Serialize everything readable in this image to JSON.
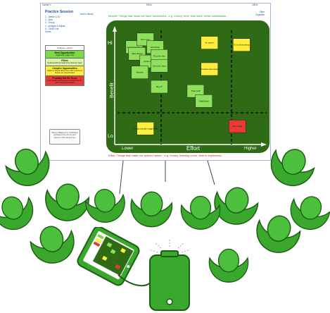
{
  "status_bar": {
    "left": "Carrier ✈",
    "time": "09:41",
    "right": "100%"
  },
  "session": {
    "title": "Practice Session",
    "done": "Add to library",
    "nav": [
      "1 - Define & ID",
      "2 - Idea",
      "3 - Group",
      "4 - Analyse & Adjust",
      "5 - CHAP List",
      "Guide"
    ]
  },
  "right_links": [
    "Filter",
    "Organise"
  ],
  "legend": {
    "title": "Analyse + assist",
    "items": [
      {
        "title": "Best Opportunities",
        "text": "Implement, target now",
        "color": "#7cd848"
      },
      {
        "title": "Fillers",
        "text": "Good benefit but need to be done by many",
        "color": "#d9f3a8"
      },
      {
        "title": "Complex Opportunities",
        "text": "Higher e. Break down them with a sense of degree are opportunities",
        "color": "#ffef3c"
      },
      {
        "title": "Probably Not Do These",
        "text": "Low benefit and there are compared to the cost of the opportunities",
        "color": "#e83a38"
      }
    ]
  },
  "sticky_box": "Money Making at it: Individual pleasant from can be and stored in this sample box",
  "headers": {
    "benefit": "Benefit: Things that mean we have succeeded - e.g. money, time, less work, better satisfaction...",
    "effort": "Effort: Things that make our options harder - e.g. money, learning curve, time to implement..."
  },
  "chart_data": {
    "type": "scatter",
    "title": "",
    "xlabel": "Effort",
    "ylabel": "Benefit",
    "x_ticks": [
      "Lower",
      "Higher"
    ],
    "y_ticks": [
      "Hi",
      "Lo"
    ],
    "grid": false,
    "background": "#2f6b14",
    "notes": [
      {
        "id": "n1",
        "label": "Upgraded Ideas",
        "color": "#8fe05a",
        "x": 0.1,
        "y": 0.86
      },
      {
        "id": "n2",
        "label": "Hire more",
        "color": "#8fe05a",
        "x": 0.18,
        "y": 0.93
      },
      {
        "id": "n3",
        "label": "Workshop",
        "color": "#8fe05a",
        "x": 0.25,
        "y": 0.86
      },
      {
        "id": "n4",
        "label": "Alternatives",
        "color": "#8fe05a",
        "x": 0.12,
        "y": 0.8
      },
      {
        "id": "n5",
        "label": "Quick win",
        "color": "#8fe05a",
        "x": 0.2,
        "y": 0.73
      },
      {
        "id": "n6",
        "label": "Provide new",
        "color": "#8fe05a",
        "x": 0.28,
        "y": 0.78
      },
      {
        "id": "n7",
        "label": "Get user input",
        "color": "#8fe05a",
        "x": 0.28,
        "y": 0.69
      },
      {
        "id": "n8",
        "label": "Buy IT",
        "color": "#8fe05a",
        "x": 0.28,
        "y": 0.5
      },
      {
        "id": "n9",
        "label": "Review",
        "color": "#8fe05a",
        "x": 0.14,
        "y": 0.63
      },
      {
        "id": "n10",
        "label": "Train staff",
        "color": "#8fe05a",
        "x": 0.54,
        "y": 0.46
      },
      {
        "id": "n11",
        "label": "Staff ideas",
        "color": "#8fe05a",
        "x": 0.6,
        "y": 0.37
      },
      {
        "id": "n12",
        "label": "An option",
        "color": "#ffef3c",
        "x": 0.64,
        "y": 0.9
      },
      {
        "id": "n13",
        "label": "To do Everything",
        "color": "#ffef3c",
        "x": 0.87,
        "y": 0.88
      },
      {
        "id": "n14",
        "label": "Possible Alternative",
        "color": "#ffef3c",
        "x": 0.64,
        "y": 0.66
      },
      {
        "id": "n15",
        "label": "If a good guide suggestion",
        "color": "#ffef3c",
        "x": 0.18,
        "y": 0.12
      },
      {
        "id": "n16",
        "label": "Too costly",
        "color": "#e83a38",
        "x": 0.84,
        "y": 0.14
      }
    ]
  },
  "devices": {
    "tablet_screen": "#2f6b14",
    "hub_color": "#3aa82d"
  }
}
